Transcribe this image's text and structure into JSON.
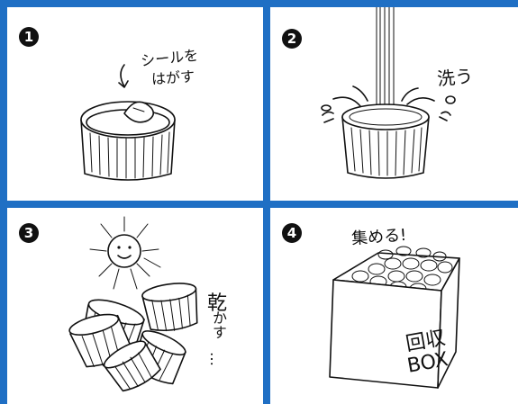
{
  "colors": {
    "frame": "#1f6fc4",
    "ink": "#111111",
    "background": "#ffffff"
  },
  "panels": [
    {
      "number": "1",
      "caption_line1": "シールを",
      "caption_line2": "はがす",
      "illustration": "cup-peel-sticker"
    },
    {
      "number": "2",
      "caption": "洗う",
      "illustration": "cup-washing-water"
    },
    {
      "number": "3",
      "caption_line1": "乾",
      "caption_line2": "かす",
      "caption_line3": "…",
      "illustration": "cups-drying-sun"
    },
    {
      "number": "4",
      "caption": "集める!",
      "box_line1": "回収",
      "box_line2": "BOX",
      "illustration": "collection-box"
    }
  ]
}
